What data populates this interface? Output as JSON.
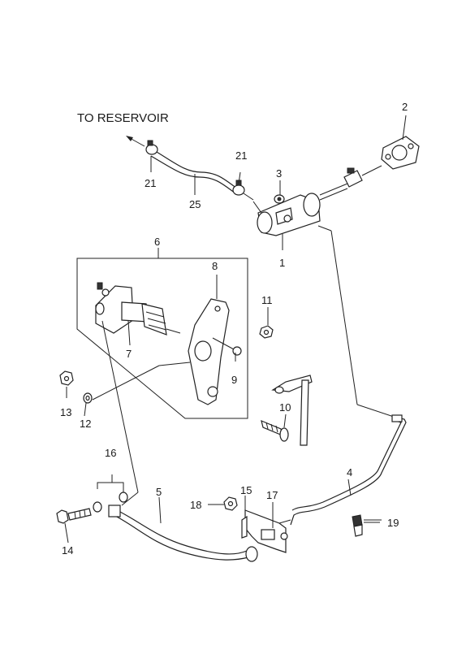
{
  "diagram": {
    "caption": "TO RESERVOIR",
    "callouts": {
      "p1": "1",
      "p2": "2",
      "p3": "3",
      "p4": "4",
      "p5": "5",
      "p6": "6",
      "p7": "7",
      "p8": "8",
      "p9": "9",
      "p10": "10",
      "p11": "11",
      "p12": "12",
      "p13": "13",
      "p14": "14",
      "p15": "15",
      "p16": "16",
      "p17": "17",
      "p18": "18",
      "p19": "19",
      "p21a": "21",
      "p21b": "21",
      "p25": "25"
    }
  }
}
